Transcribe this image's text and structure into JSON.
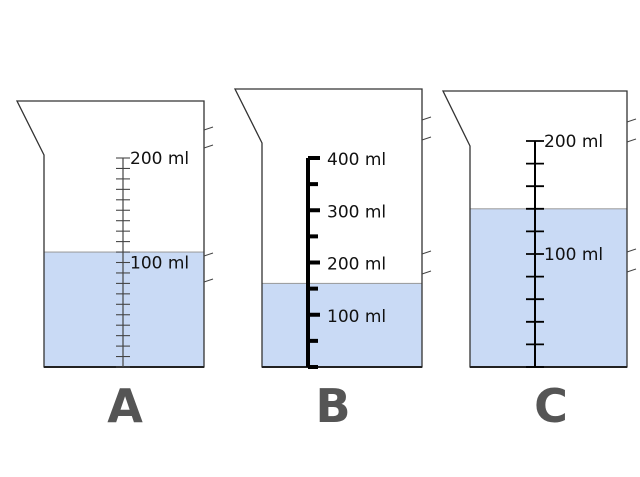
{
  "beakers": [
    {
      "name": "A",
      "label": "A",
      "liquid_ml": 110,
      "scale_max": 200,
      "major_step": 100,
      "minor_step": 10,
      "labels": [
        "200 ml",
        "100 ml"
      ],
      "liquid_color": "#c9daf5"
    },
    {
      "name": "B",
      "label": "B",
      "liquid_ml": 160,
      "scale_max": 400,
      "major_step": 100,
      "minor_step": 50,
      "labels": [
        "400 ml",
        "300 ml",
        "200 ml",
        "100 ml"
      ],
      "liquid_color": "#c9daf5"
    },
    {
      "name": "C",
      "label": "C",
      "liquid_ml": 140,
      "scale_max": 200,
      "major_step": 100,
      "minor_step": 20,
      "labels": [
        "200 ml",
        "100 ml"
      ],
      "liquid_color": "#c9daf5"
    }
  ]
}
